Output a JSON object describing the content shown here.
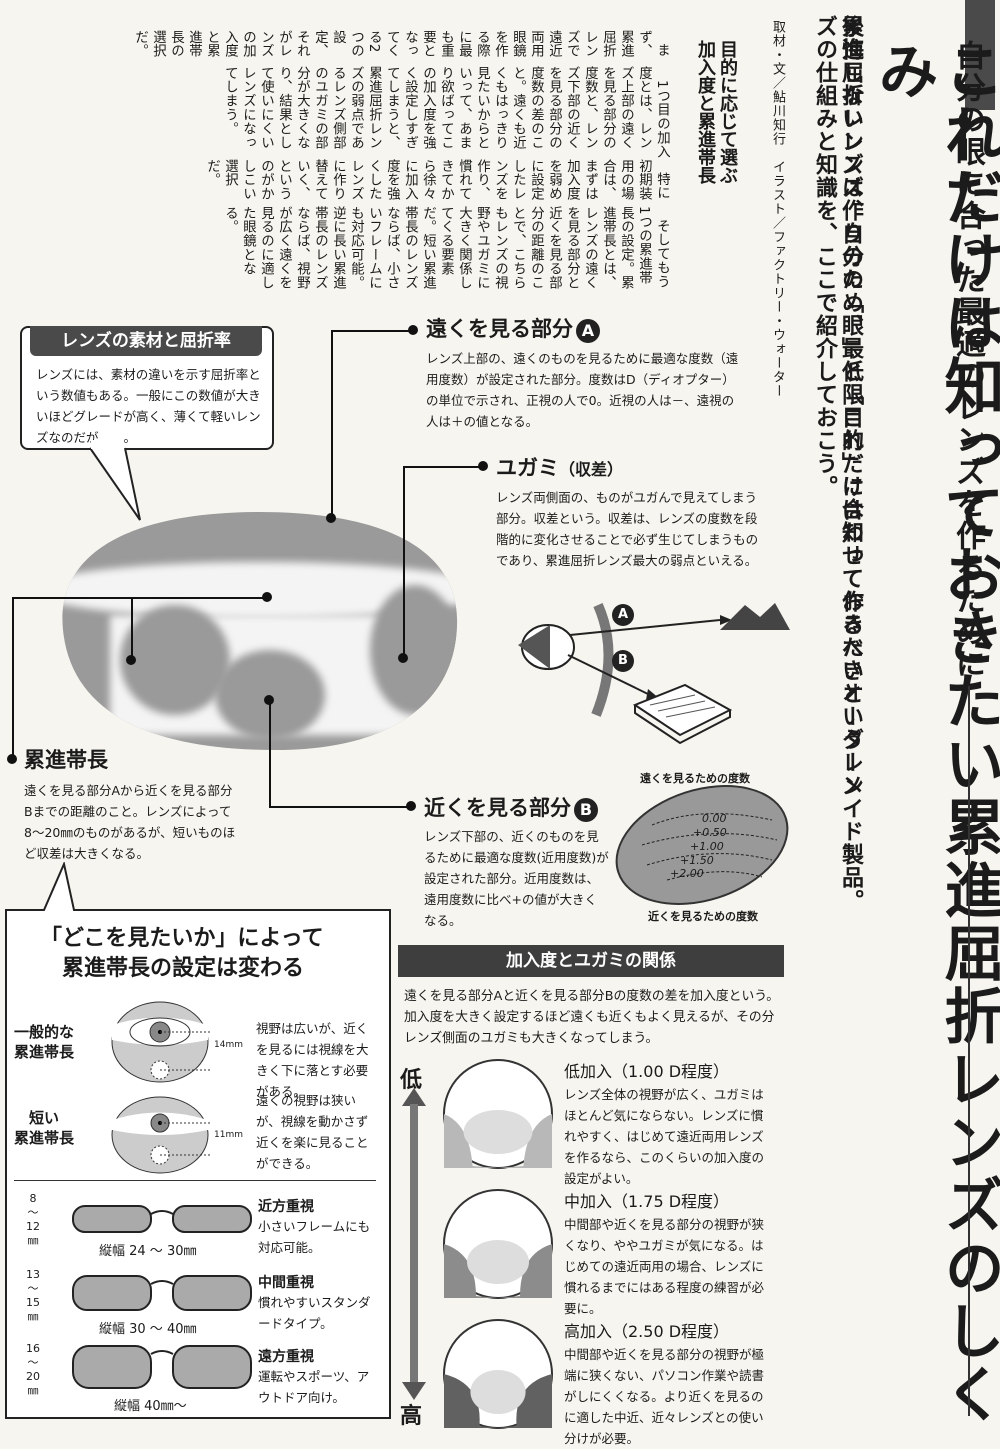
{
  "header": {
    "kicker": "自分の眼に合った最適のレンズを作るために",
    "title": "これだけは知っておきたい累進屈折レンズのしくみ",
    "lead": [
      "累進屈折レンズは、自分の「眼」と「目的」に合わせて作るべきオーダーメイド製品。",
      "後悔しないレンズ作りのため、最低限これだけは知っておきたいというレンズの仕組みと知識を、ここで紹介しておこう。"
    ],
    "credit": "取材・文／鮎川知行　イラスト／ファクトリー・ウォーター"
  },
  "article": {
    "subhead": "目的に応じて選ぶ加入度と累進帯長",
    "paragraphs": [
      "まず、累進屈折レンズで遠近両用眼鏡を作る際に最も重要となってくる2つの設定、それがレンズの加入度と累進帯長の選択だ。",
      "1つ目の加入度とは、レンズ上部の遠くを見る部分の度数と、レンズ下部の近くを見る部分の度数の差のこと。遠くも近くもはっきり見たいからといって、あまり欲ばってこの加入度を強く設定しすぎてしまうと、累進屈折レンズの弱点であるレンズ側部のユガミの部分が大きくなり、結果として使いにくいレンズになってしまう。",
      "特に初期装用の場合は、まずは加入度を弱めに設定したレンズを作り、慣れてきてから徐々に加入度を強くしたレンズに作り替えていく、というのがかしこい選択だ。",
      "そしてもう1つの累進帯長の設定。累進帯長とは、レンズの遠くを見る部分と近くを見る部分の距離のことで、こちらもレンズの視野やユガミに大きく関係してくる要素だ。短い累進帯長のレンズならば、小さいフレームにも対応可能。逆に長い累進帯長のレンズならば、視野が広く遠くを見るのに適した眼鏡となる。"
    ]
  },
  "lens_diagram": {
    "material": {
      "title": "レンズの素材と屈折率",
      "text": "レンズには、素材の違いを示す屈折率という数値もある。一般にこの数値が大きいほどグレードが高く、薄くて軽いレンズなのだが……。"
    },
    "far": {
      "title": "遠くを見る部分",
      "badge": "A",
      "text": "レンズ上部の、遠くのものを見るために最適な度数（遠用度数）が設定された部分。度数はD（ディオプター）の単位で示され、正視の人で0。近視の人は－、遠視の人は＋の値となる。"
    },
    "distortion": {
      "title": "ユガミ",
      "sub": "（収差）",
      "text": "レンズ両側面の、ものがユガんで見えてしまう部分。収差という。収差は、レンズの度数を段階的に変化させることで必ず生じてしまうものであり、累進屈折レンズ最大の弱点といえる。"
    },
    "corridor": {
      "title": "累進帯長",
      "text": "遠くを見る部分Aから近くを見る部分Bまでの距離のこと。レンズによって8～20㎜のものがあるが、短いものほど収差は大きくなる。"
    },
    "near": {
      "title": "近くを見る部分",
      "badge": "B",
      "text": "レンズ下部の、近くのものを見るために最適な度数(近用度数)が設定された部分。近用度数は、遠用度数に比べ+の値が大きくなる。"
    },
    "eye_labels": [
      "A",
      "B"
    ],
    "power_map": {
      "top_label": "遠くを見るための度数",
      "bottom_label": "近くを見るための度数",
      "values": [
        "0.00",
        "+0.50",
        "+1.00",
        "+1.50",
        "+2.00"
      ]
    }
  },
  "corridor_box": {
    "title_line1": "「どこを見たいか」によって",
    "title_line2": "累進帯長の設定は変わる",
    "rows": [
      {
        "label_line1": "一般的な",
        "label_line2": "累進帯長",
        "mm": "14mm",
        "text": "視野は広いが、近くを見るには視線を大きく下に落とす必要がある。"
      },
      {
        "label_line1": "短い",
        "label_line2": "累進帯長",
        "mm": "11mm",
        "text": "遠くの視野は狭いが、視線を動かさず近くを楽に見ることができる。"
      }
    ],
    "frames": [
      {
        "range": [
          "8",
          "～",
          "12",
          "㎜"
        ],
        "width": "縦幅 24 ～ 30㎜",
        "title": "近方重視",
        "text": "小さいフレームにも対応可能。"
      },
      {
        "range": [
          "13",
          "～",
          "15",
          "㎜"
        ],
        "width": "縦幅 30 ～ 40㎜",
        "title": "中間重視",
        "text": "慣れやすいスタンダードタイプ。"
      },
      {
        "range": [
          "16",
          "～",
          "20",
          "㎜"
        ],
        "width": "縦幅 40㎜～",
        "title": "遠方重視",
        "text": "運転やスポーツ、アウトドア向け。"
      }
    ]
  },
  "addition": {
    "title": "加入度とユガミの関係",
    "intro": "遠くを見る部分Aと近くを見る部分Bの度数の差を加入度という。加入度を大きく設定するほど遠くも近くもよく見えるが、その分レンズ側面のユガミも大きくなってしまう。",
    "low_label": "低",
    "high_label": "高",
    "levels": [
      {
        "title": "低加入（1.00 D程度）",
        "text": "レンズ全体の視野が広く、ユガミはほとんど気にならない。レンズに慣れやすく、はじめて遠近両用レンズを作るなら、このくらいの加入度の設定がよい。",
        "shade": 0.28
      },
      {
        "title": "中加入（1.75 D程度）",
        "text": "中間部や近くを見る部分の視野が狭くなり、ややユガミが気になる。はじめての遠近両用の場合、レンズに慣れるまでにはある程度の練習が必要に。",
        "shade": 0.45
      },
      {
        "title": "高加入（2.50 D程度）",
        "text": "中間部や近くを見る部分の視野が極端に狭くない、パソコン作業や読書がしにくくなる。より近くを見るのに適した中近、近々レンズとの使い分けが必要。",
        "shade": 0.62
      }
    ]
  }
}
